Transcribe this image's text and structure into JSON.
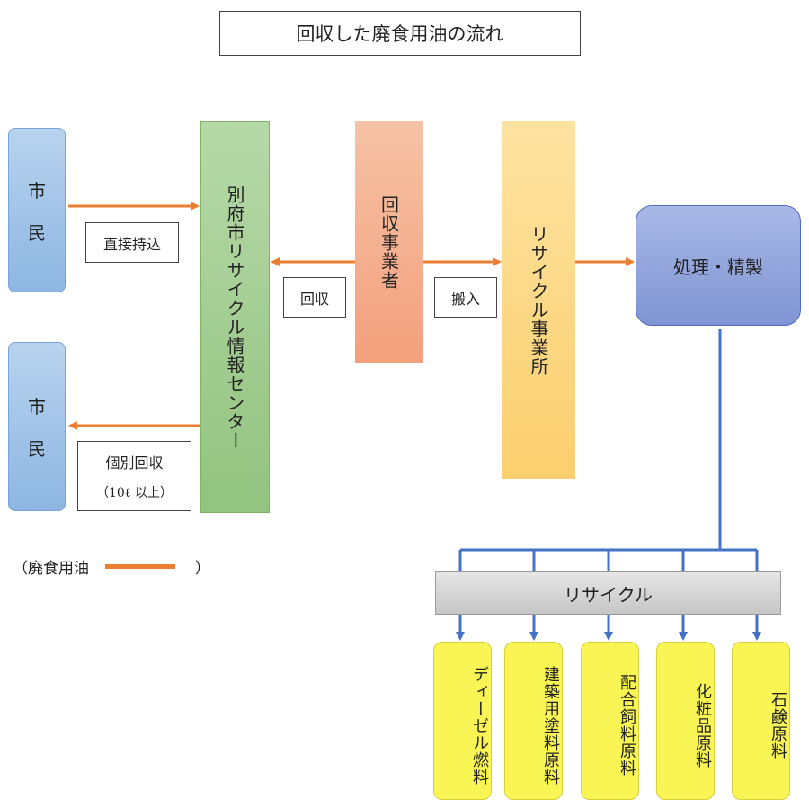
{
  "title": "回収した廃食用油の流れ",
  "citizen_top": {
    "c1": "市",
    "c2": "民"
  },
  "citizen_bottom": {
    "c1": "市",
    "c2": "民"
  },
  "center": "別府市リサイクル情報センター",
  "collector": "回収事業者",
  "recycle_office": "リサイクル事業所",
  "process": "処理・精製",
  "labels": {
    "direct": "直接持込",
    "collect": "回収",
    "carry_in": "搬入",
    "individual": "個別回収",
    "individual_note": "（10ℓ 以上）"
  },
  "recycle_bar": "リサイクル",
  "products": [
    "ディーゼル燃料",
    "建築用塗料原料",
    "配合飼料原料",
    "化粧品原料",
    "石鹸原料"
  ],
  "legend": {
    "open": "（廃食用油",
    "close": "）"
  },
  "colors": {
    "oil_arrow": "#ed7d31",
    "flow_line": "#4472c4"
  }
}
